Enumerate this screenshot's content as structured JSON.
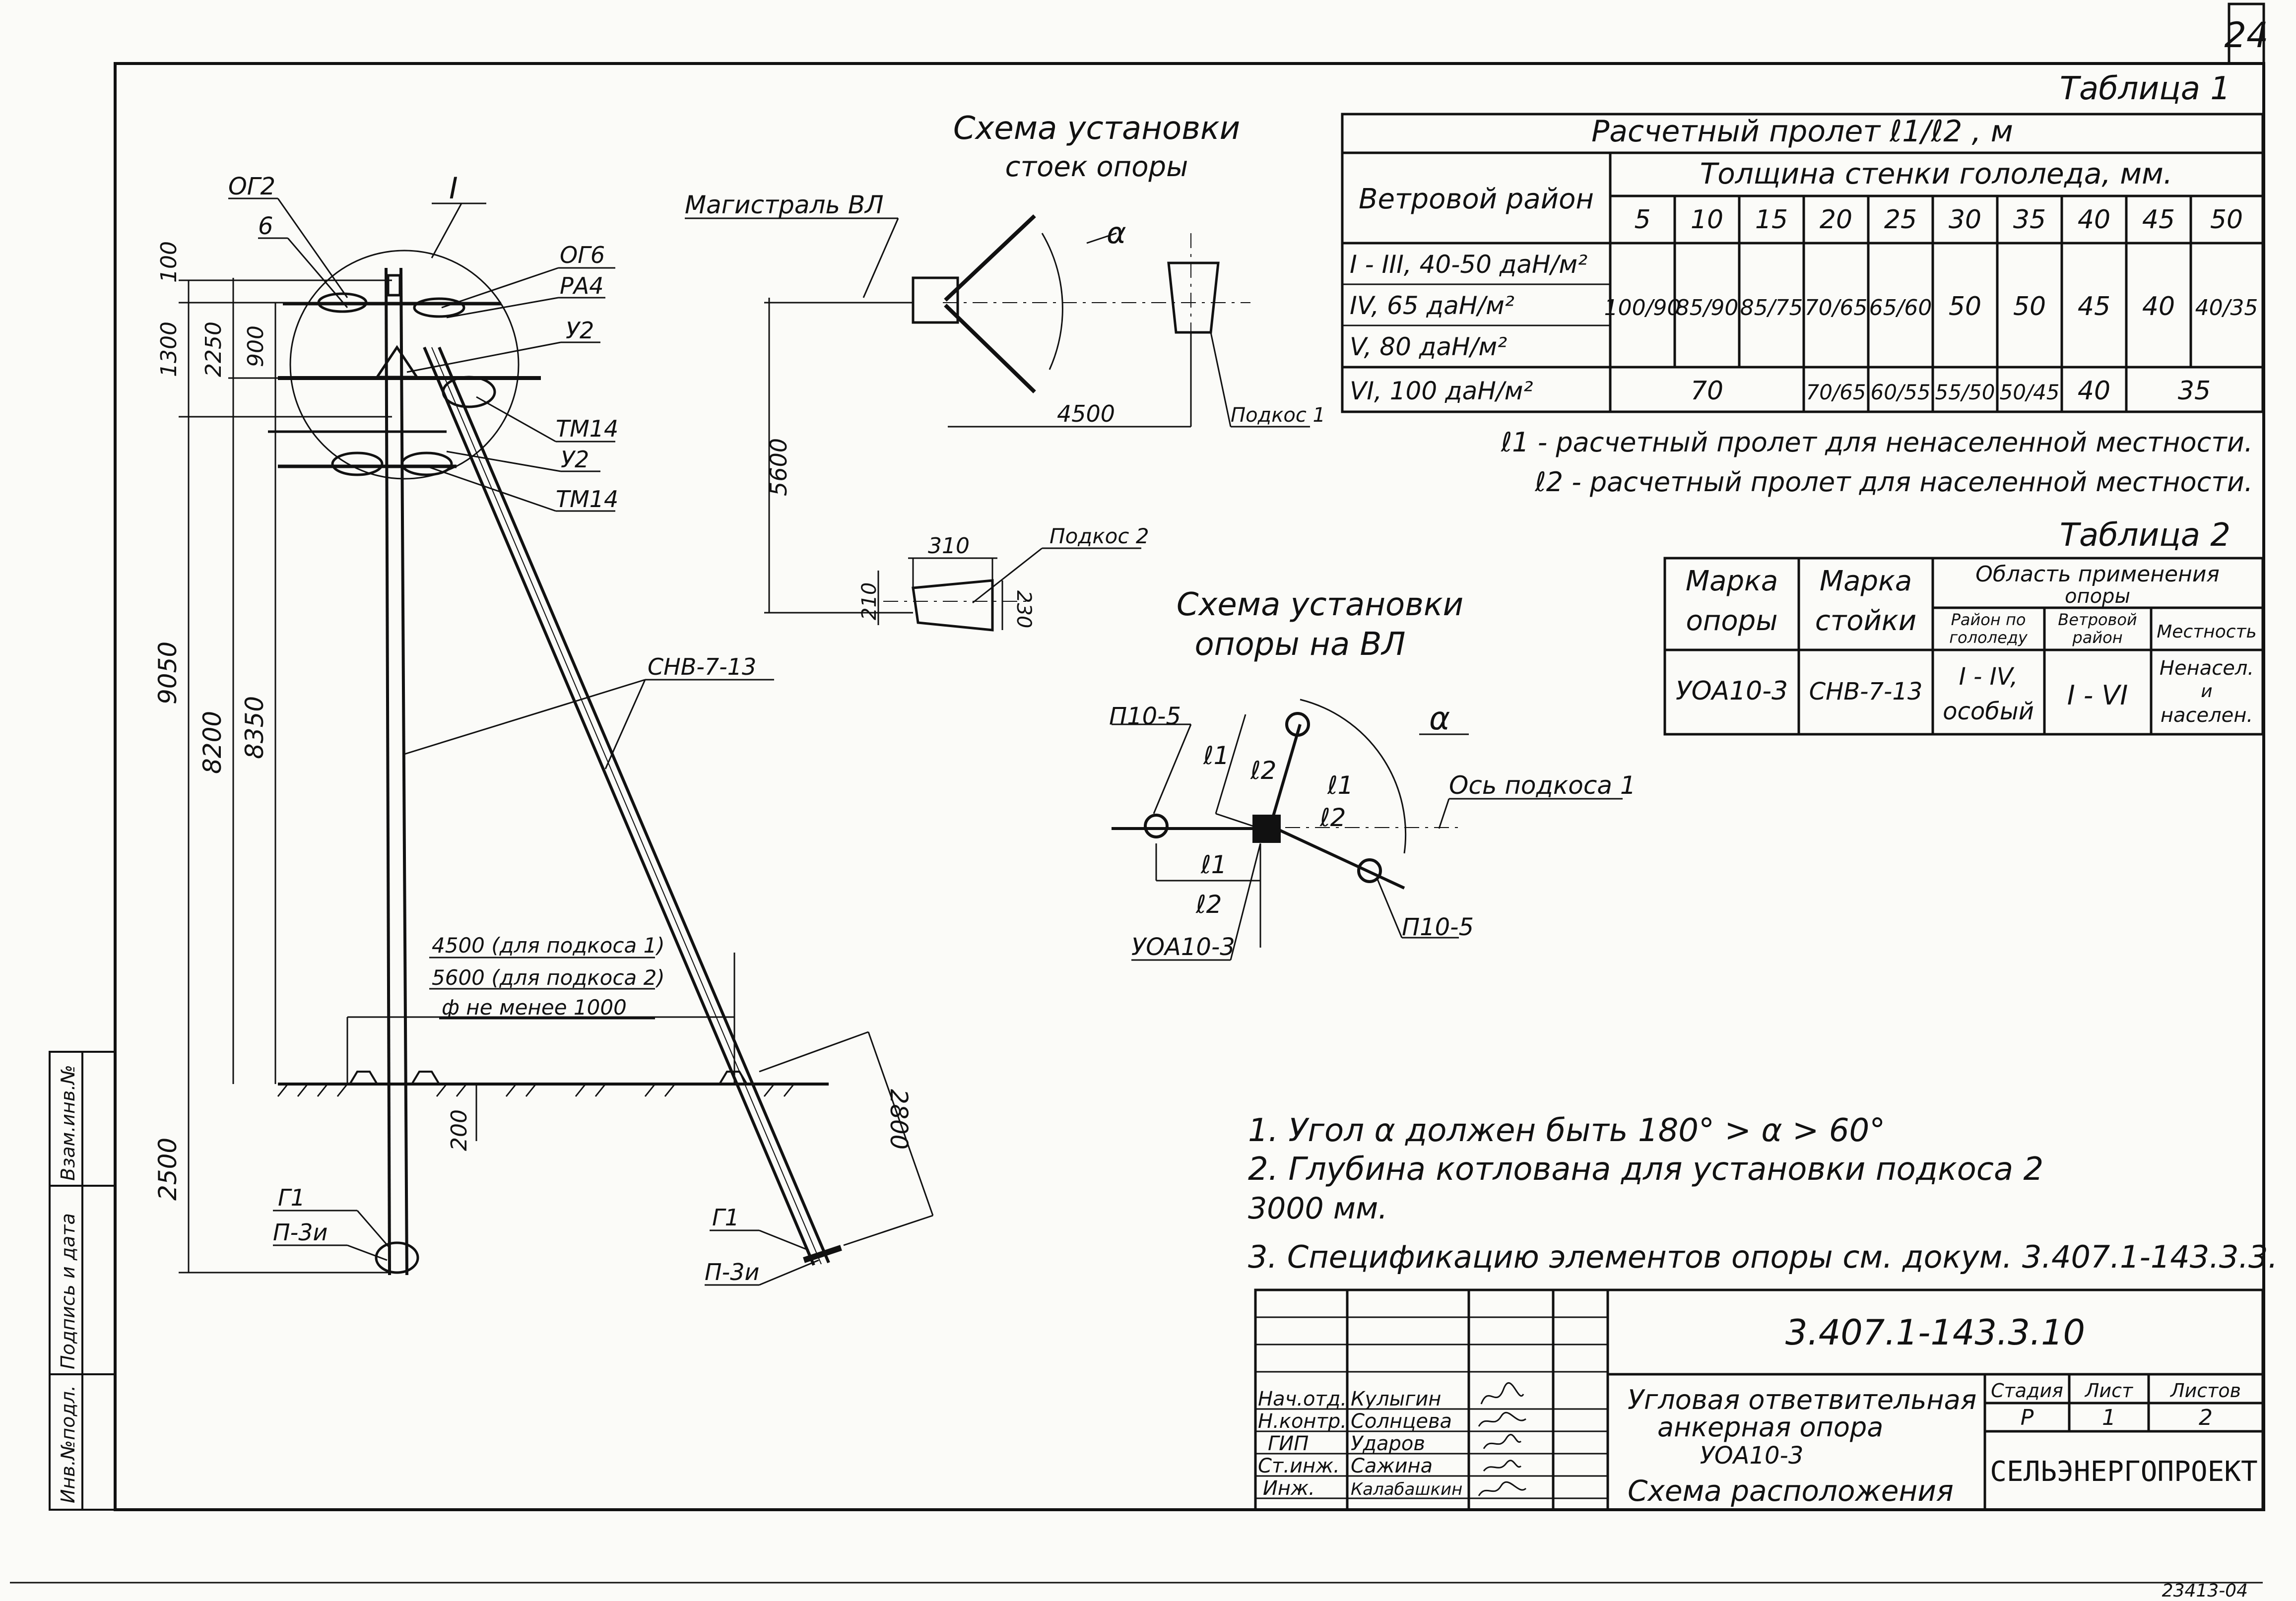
{
  "sheet": {
    "number": "24",
    "document_code": "3.407.1-143.3.10",
    "bottom_code": "23413-04",
    "organization": "СЕЛЬЭНЕРГОПРОЕКТ"
  },
  "side_stamp": [
    "Инв.№подл.",
    "Подпись и дата",
    "Взам.инв.№"
  ],
  "pole_drawing": {
    "callout_I": "I",
    "labels_left": [
      "ОГ2",
      "6"
    ],
    "labels_right": [
      "ОГ6",
      "РА4",
      "У2",
      "ТМ14",
      "У2",
      "ТМ14"
    ],
    "dims": {
      "d100": "100",
      "d1300": "1300",
      "d2250": "2250",
      "d900": "900",
      "d9050": "9050",
      "d8200": "8200",
      "d8350": "8350",
      "d2500": "2500",
      "d200": "200",
      "d2800": "2800"
    },
    "stand_label": "СНВ-7-13",
    "strut_dims": [
      "4500 (для подкоса 1)",
      "5600 (для подкоса 2)",
      "ф не менее 1000"
    ],
    "foot_left": [
      "Г1",
      "П-3и"
    ],
    "foot_right": [
      "Г1",
      "П-3и"
    ]
  },
  "scheme1": {
    "title1": "Схема установки",
    "title2": "стоек опоры",
    "main_line": "Магистраль ВЛ",
    "alpha": "α",
    "d4500": "4500",
    "d5600": "5600",
    "strut1": "Подкос 1",
    "strut2": "Подкос 2",
    "d310": "310",
    "d210": "210",
    "d230": "230"
  },
  "scheme2": {
    "title1": "Схема установки",
    "title2": "опоры на ВЛ",
    "pole_p105_a": "П10-5",
    "pole_p105_b": "П10-5",
    "pole_main": "УОА10-3",
    "axis": "Ось подкоса 1",
    "alpha": "α",
    "l1": "ℓ1",
    "l2": "ℓ2"
  },
  "table1": {
    "title": "Таблица 1",
    "header_span": "Расчетный пролет ℓ1/ℓ2 , м",
    "col_region": "Ветровой район",
    "col_thickness": "Толщина стенки гололеда, мм.",
    "thickness_values": [
      "5",
      "10",
      "15",
      "20",
      "25",
      "30",
      "35",
      "40",
      "45",
      "50"
    ],
    "regions": [
      "I - III, 40-50 даН/м²",
      "IV, 65 даН/м²",
      "V, 80 даН/м²",
      "VI, 100 даН/м²"
    ],
    "row_top": [
      "100/90",
      "85/90",
      "85/75",
      "70/65",
      "65/60",
      "50",
      "50",
      "45",
      "40",
      "40/35"
    ],
    "row_bottom": [
      "70",
      "70/65",
      "60/55",
      "55/50",
      "50/45",
      "40",
      "35"
    ],
    "note1": "ℓ1 - расчетный пролет для ненаселенной местности.",
    "note2": "ℓ2 - расчетный пролет для населенной местности."
  },
  "table2": {
    "title": "Таблица 2",
    "col1": [
      "Марка",
      "опоры"
    ],
    "col2": [
      "Марка",
      "стойки"
    ],
    "col3_span": [
      "Область применения",
      "опоры"
    ],
    "sub1": [
      "Район по",
      "гололеду"
    ],
    "sub2": [
      "Ветровой",
      "район"
    ],
    "sub3": "Местность",
    "row": {
      "pole": "УОА10-3",
      "stand": "СНВ-7-13",
      "ice": [
        "I - IV,",
        "особый"
      ],
      "wind": "I - VI",
      "area": [
        "Ненасел.",
        "и",
        "населен."
      ]
    }
  },
  "notes": [
    "1. Угол α должен быть 180° > α > 60°",
    "2. Глубина котлована для установки подкоса 2",
    "3000 мм.",
    "3. Спецификацию элементов опоры см. докум. 3.407.1-143.3.3."
  ],
  "title_block": {
    "roles": [
      "Нач.отд.",
      "Н.контр.",
      "ГИП",
      "Ст.инж.",
      "Инж."
    ],
    "names": [
      "Кулыгин",
      "Солнцева",
      "Ударов",
      "Сажина",
      "Калабашкин"
    ],
    "title_lines": [
      "Угловая ответвительная",
      "анкерная опора",
      "УОА10-3",
      "Схема расположения"
    ],
    "stage_label": "Стадия",
    "sheet_label": "Лист",
    "sheets_label": "Листов",
    "stage": "Р",
    "sheet": "1",
    "sheets": "2"
  }
}
